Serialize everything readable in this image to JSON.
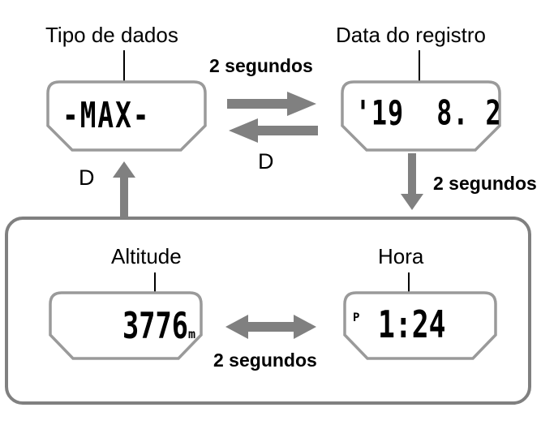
{
  "diagram": {
    "title_semantics": "Sequencia de exibicao do registro no altimetro",
    "colors": {
      "arrow_gray": "#808080",
      "bezel_gray": "#9a9a9a",
      "panel_gray": "#808080",
      "text_black": "#000000",
      "background": "#ffffff"
    }
  },
  "top_row": {
    "left": {
      "label": "Tipo de dados",
      "lcd_value": "-MAX-",
      "lcd_name": "data-type-display"
    },
    "right": {
      "label": "Data do registro",
      "lcd_value": "'19  8. 2",
      "lcd_name": "record-date-display"
    },
    "forward_arrow_label": "2 segundos",
    "backward_arrow_label": "D"
  },
  "transitions": {
    "enter_label": "D",
    "down_label": "2 segundos",
    "bottom_label": "2 segundos"
  },
  "bottom_panel": {
    "left": {
      "label": "Altitude",
      "lcd_value": "3776",
      "lcd_unit": "m",
      "lcd_name": "altitude-display"
    },
    "right": {
      "label": "Hora",
      "lcd_indicator": "P",
      "lcd_value": "1:24",
      "lcd_name": "time-display"
    }
  }
}
